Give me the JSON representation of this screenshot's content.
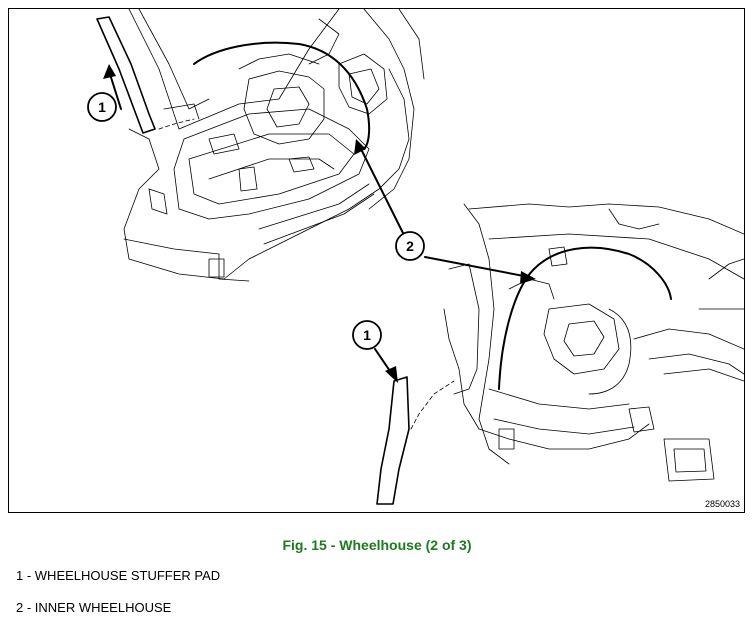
{
  "figure": {
    "id_code": "2850033",
    "callouts": [
      "1",
      "2"
    ]
  },
  "caption": "Fig. 15 - Wheelhouse (2 of 3)",
  "legend": [
    {
      "text": "1 - WHEELHOUSE STUFFER PAD"
    },
    {
      "text": "2 - INNER WHEELHOUSE"
    }
  ]
}
